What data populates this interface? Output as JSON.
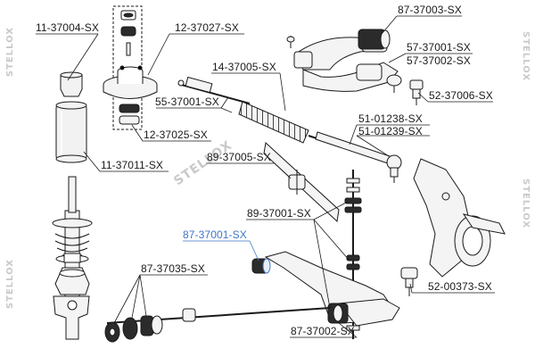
{
  "watermark": "STELLOX",
  "labels": {
    "p11_37004": "11-37004-SX",
    "p12_37027": "12-37027-SX",
    "p87_37003": "87-37003-SX",
    "p57_37001": "57-37001-SX",
    "p57_37002": "57-37002-SX",
    "p14_37005": "14-37005-SX",
    "p52_37006": "52-37006-SX",
    "p55_37001": "55-37001-SX",
    "p51_01238": "51-01238-SX",
    "p51_01239": "51-01239-SX",
    "p12_37025": "12-37025-SX",
    "p11_37011": "11-37011-SX",
    "p89_37005": "89-37005-SX",
    "p89_37001": "89-37001-SX",
    "p87_37001": "87-37001-SX",
    "p87_37035": "87-37035-SX",
    "p52_00373": "52-00373-SX",
    "p87_37002": "87-37002-SX"
  },
  "colors": {
    "line": "#1a1a1a",
    "highlight": "#3f77c6",
    "watermark": "#c9c9c9",
    "part_fill": "#f4f4f4",
    "rubber_fill": "#2b2b2b"
  }
}
